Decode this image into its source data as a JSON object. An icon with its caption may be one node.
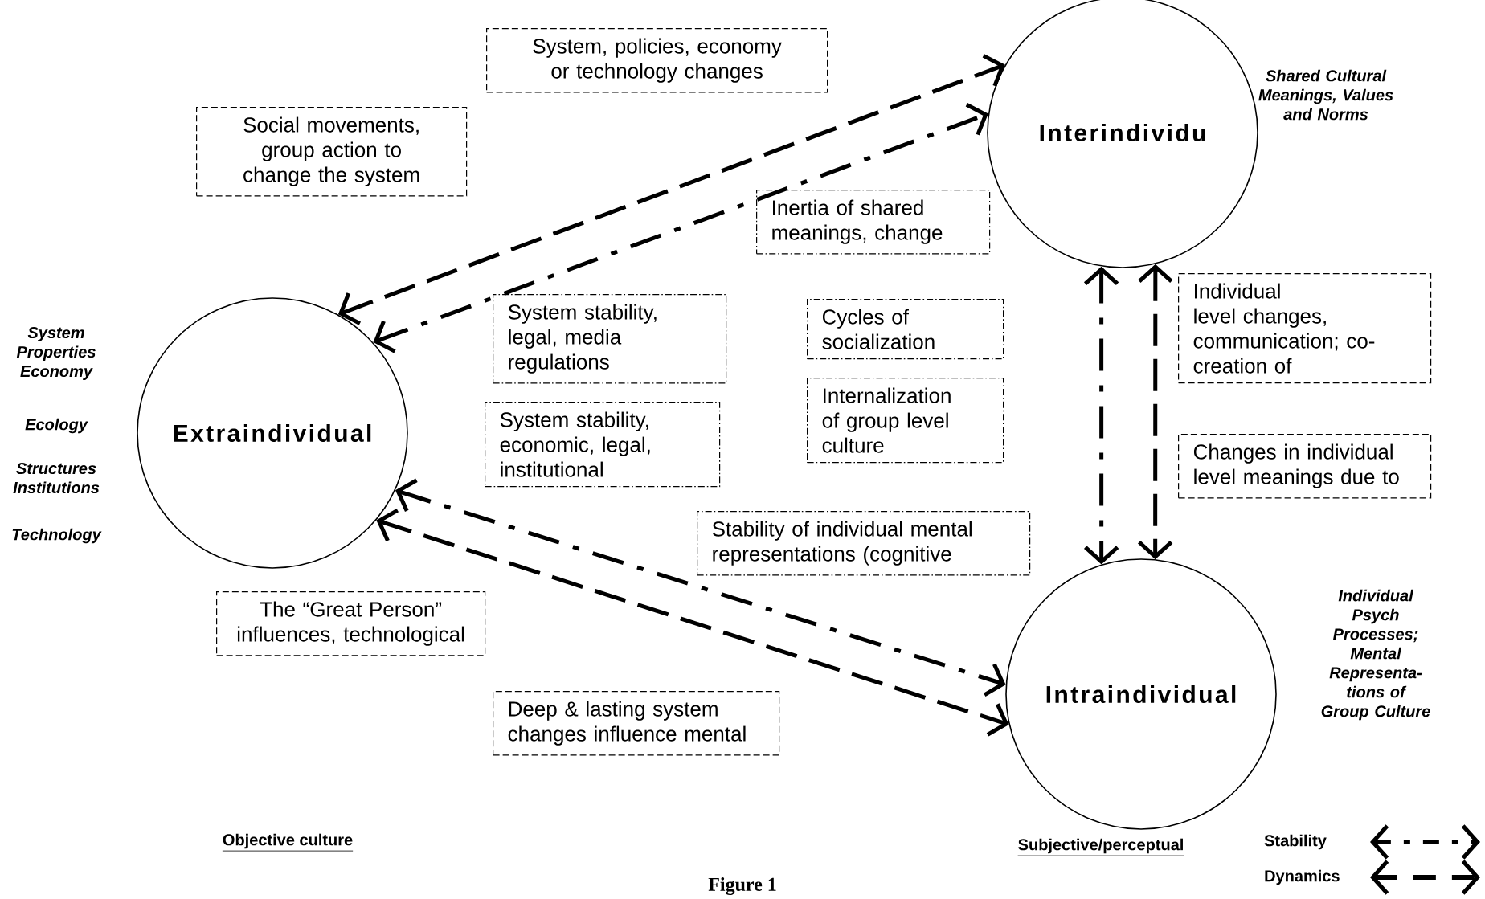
{
  "diagram": {
    "caption": "Figure 1",
    "nodes": [
      {
        "text": [
          "Interindividu"
        ],
        "beside": [
          "Shared Cultural Meanings, Values and Norms"
        ]
      },
      {
        "text": [
          "Extraindividual"
        ],
        "beside": [
          "System Properties Economy",
          "Ecology",
          "Structures Institutions",
          "Technology"
        ]
      },
      {
        "text": [
          "Intraindividual"
        ],
        "beside": [
          "Individual Psych Processes; Mental Representa- tions of Group Culture"
        ]
      },
      {
        "text": [
          "System, policies, economy or technology changes"
        ]
      },
      {
        "text": [
          "Social movements, group action to change the system"
        ]
      },
      {
        "text": [
          "Inertia of shared meanings, change"
        ]
      },
      {
        "text": [
          "System stability, legal, media regulations"
        ]
      },
      {
        "text": [
          "Cycles of socialization"
        ]
      },
      {
        "text": [
          "System stability, economic, legal, institutional"
        ]
      },
      {
        "text": [
          "Internalization of group level culture"
        ]
      },
      {
        "text": [
          "Individual level changes, communication; co-creation of"
        ]
      },
      {
        "text": [
          "Changes in individual level meanings due to"
        ]
      },
      {
        "text": [
          "Stability of individual mental representations (cognitive"
        ]
      },
      {
        "text": [
          "The “Great Person” influences, technological"
        ]
      },
      {
        "text": [
          "Deep & lasting system changes influence mental"
        ]
      }
    ],
    "edges": [
      {
        "from": 1,
        "to": 0,
        "arrow": "both",
        "style": "dashed"
      },
      {
        "from": 1,
        "to": 0,
        "arrow": "both"
      },
      {
        "from": 0,
        "to": 2,
        "arrow": "both"
      },
      {
        "from": 0,
        "to": 2,
        "arrow": "both",
        "style": "dashed"
      },
      {
        "from": 1,
        "to": 2,
        "arrow": "both"
      },
      {
        "from": 1,
        "to": 2,
        "arrow": "both",
        "style": "dashed"
      }
    ],
    "labels": [
      "Objective culture",
      "Subjective/perceptual"
    ],
    "legend": [
      {
        "text": "Stability"
      },
      {
        "text": "Dynamics"
      }
    ]
  }
}
